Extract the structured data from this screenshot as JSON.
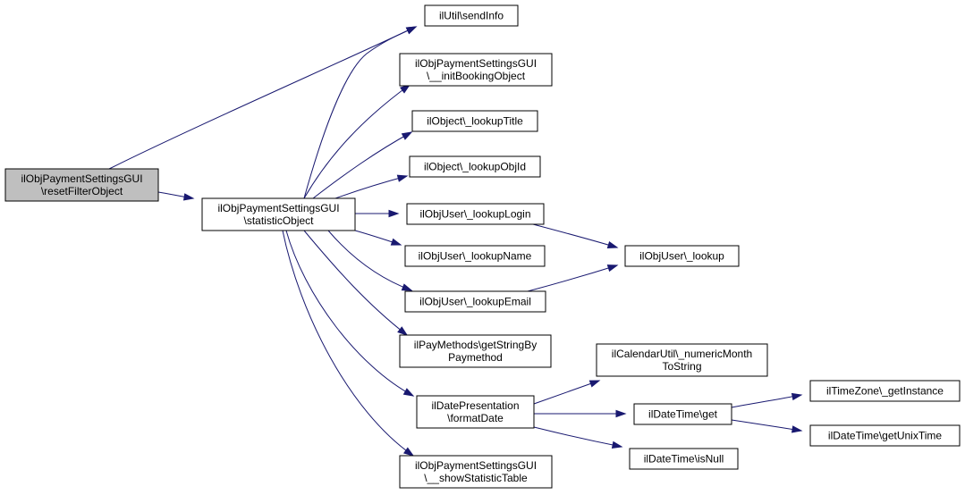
{
  "nodes": {
    "reset": [
      "ilObjPaymentSettingsGUI",
      "\\resetFilterObject"
    ],
    "statistic": [
      "ilObjPaymentSettingsGUI",
      "\\statisticObject"
    ],
    "sendinfo": [
      "ilUtil\\sendInfo"
    ],
    "initbooking": [
      "ilObjPaymentSettingsGUI",
      "\\__initBookingObject"
    ],
    "lookuptitle": [
      "ilObject\\_lookupTitle"
    ],
    "lookupobjid": [
      "ilObject\\_lookupObjId"
    ],
    "lookuplogin": [
      "ilObjUser\\_lookupLogin"
    ],
    "lookupname": [
      "ilObjUser\\_lookupName"
    ],
    "lookupemail": [
      "ilObjUser\\_lookupEmail"
    ],
    "getstringby": [
      "ilPayMethods\\getStringBy",
      "Paymethod"
    ],
    "formatdate": [
      "ilDatePresentation",
      "\\formatDate"
    ],
    "showstat": [
      "ilObjPaymentSettingsGUI",
      "\\__showStatisticTable"
    ],
    "lookup": [
      "ilObjUser\\_lookup"
    ],
    "numericmonth": [
      "ilCalendarUtil\\_numericMonth",
      "ToString"
    ],
    "dtget": [
      "ilDateTime\\get"
    ],
    "dtisnull": [
      "ilDateTime\\isNull"
    ],
    "tzget": [
      "ilTimeZone\\_getInstance"
    ],
    "unixtime": [
      "ilDateTime\\getUnixTime"
    ]
  },
  "edges": [
    [
      "reset",
      "sendinfo"
    ],
    [
      "reset",
      "statistic"
    ],
    [
      "statistic",
      "sendinfo"
    ],
    [
      "statistic",
      "initbooking"
    ],
    [
      "statistic",
      "lookuptitle"
    ],
    [
      "statistic",
      "lookupobjid"
    ],
    [
      "statistic",
      "lookuplogin"
    ],
    [
      "statistic",
      "lookupname"
    ],
    [
      "statistic",
      "lookupemail"
    ],
    [
      "statistic",
      "getstringby"
    ],
    [
      "statistic",
      "formatdate"
    ],
    [
      "statistic",
      "showstat"
    ],
    [
      "lookuplogin",
      "lookup"
    ],
    [
      "lookupemail",
      "lookup"
    ],
    [
      "formatdate",
      "numericmonth"
    ],
    [
      "formatdate",
      "dtget"
    ],
    [
      "formatdate",
      "dtisnull"
    ],
    [
      "dtget",
      "tzget"
    ],
    [
      "dtget",
      "unixtime"
    ]
  ],
  "colors": {
    "edge": "#191970",
    "root_fill": "#bfbfbf",
    "node_fill": "#ffffff",
    "node_border": "#000000"
  }
}
